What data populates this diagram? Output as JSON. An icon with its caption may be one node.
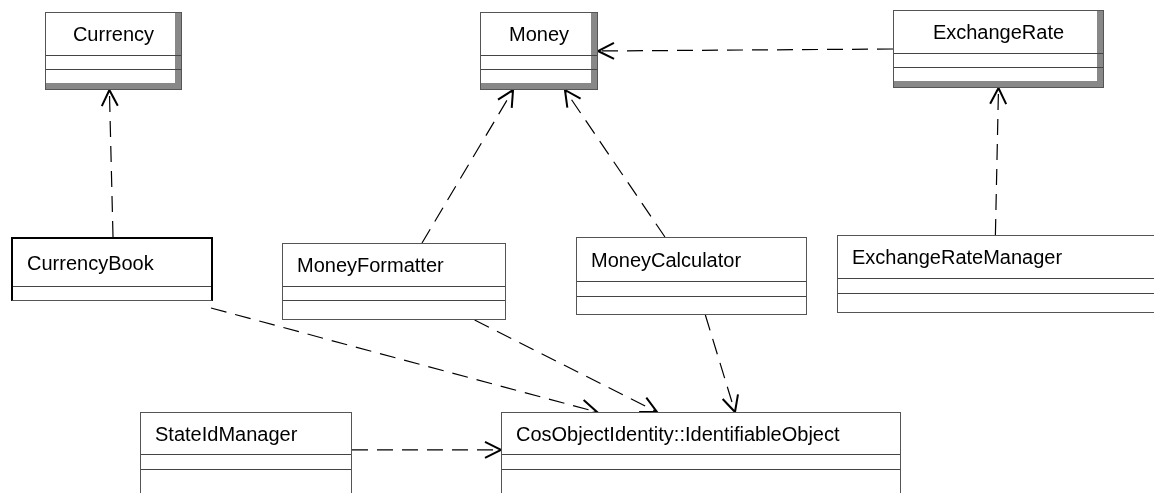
{
  "diagram": {
    "nodes": [
      {
        "text": [
          "Currency"
        ]
      },
      {
        "text": [
          "Money"
        ]
      },
      {
        "text": [
          "ExchangeRate"
        ]
      },
      {
        "text": [
          "CurrencyBook"
        ]
      },
      {
        "text": [
          "MoneyFormatter"
        ]
      },
      {
        "text": [
          "MoneyCalculator"
        ]
      },
      {
        "text": [
          "ExchangeRateManager"
        ]
      },
      {
        "text": [
          "StateIdManager"
        ]
      },
      {
        "text": [
          "CosObjectIdentity::IdentifiableObject"
        ]
      }
    ],
    "edges": [
      {
        "from": 3,
        "to": 0,
        "arrow": "to",
        "style": "dashed"
      },
      {
        "from": 4,
        "to": 1,
        "arrow": "to",
        "style": "dashed"
      },
      {
        "from": 5,
        "to": 1,
        "arrow": "to",
        "style": "dashed"
      },
      {
        "from": 2,
        "to": 1,
        "arrow": "to",
        "style": "dashed"
      },
      {
        "from": 6,
        "to": 2,
        "arrow": "to",
        "style": "dashed"
      },
      {
        "from": 3,
        "to": 8,
        "arrow": "to",
        "style": "dashed"
      },
      {
        "from": 4,
        "to": 8,
        "arrow": "to",
        "style": "dashed"
      },
      {
        "from": 5,
        "to": 8,
        "arrow": "to",
        "style": "dashed"
      },
      {
        "from": 7,
        "to": 8,
        "arrow": "to",
        "style": "dashed"
      }
    ]
  }
}
